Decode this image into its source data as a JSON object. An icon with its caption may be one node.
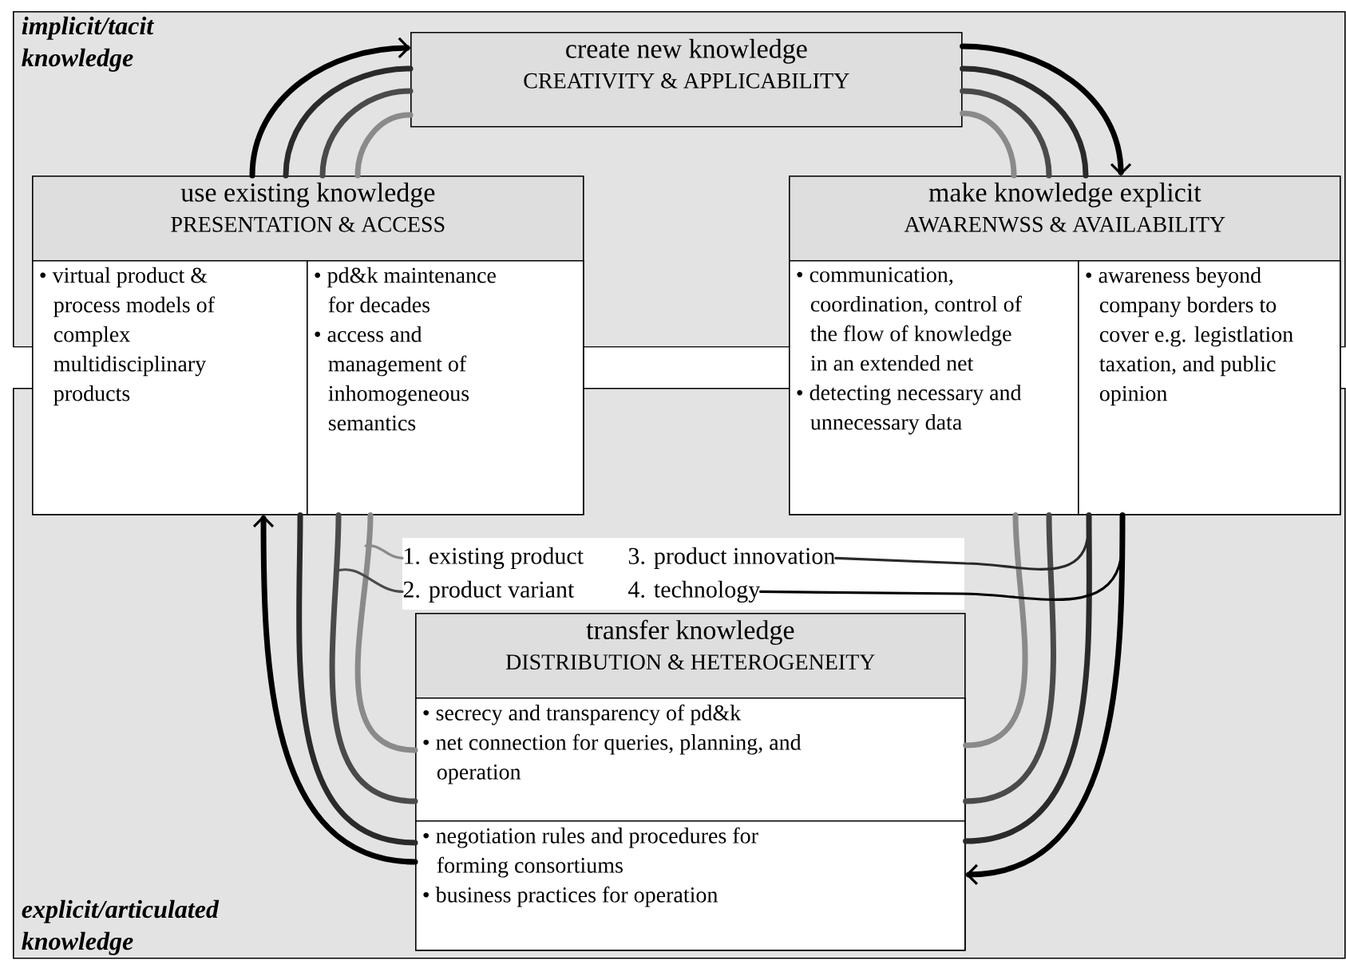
{
  "diagram": {
    "nodes": [
      {
        "text": [
          "implicit/tacit knowledge"
        ]
      },
      {
        "text": [
          "create new knowledge",
          "CREATIVITY & APPLICABILITY"
        ],
        "in": 0
      },
      {
        "text": [
          "use existing knowledge",
          "PRESENTATION & ACCESS"
        ]
      },
      {
        "text": [
          "• virtual product & process models of complex multidisciplinary products"
        ],
        "in": 2
      },
      {
        "text": [
          "• pd&k maintenance for decades",
          "• access and management of inhomogeneous semantics"
        ],
        "in": 2
      },
      {
        "text": [
          "make knowledge explicit",
          "AWARENWSS & AVAILABILITY"
        ]
      },
      {
        "text": [
          "• communication, coordination, control of the flow of knowledge in an extended net",
          "• detecting necessary and unnecessary data"
        ],
        "in": 5
      },
      {
        "text": [
          "• awareness beyond company borders to cover e.g. legistlation taxation, and public opinion"
        ],
        "in": 5
      },
      {
        "text": [
          "explicit/articulated knowledge"
        ]
      },
      {
        "text": [
          "1. existing product"
        ],
        "in": 8
      },
      {
        "text": [
          "2. product variant"
        ],
        "in": 8
      },
      {
        "text": [
          "3. product innovation"
        ],
        "in": 8
      },
      {
        "text": [
          "4. technology"
        ],
        "in": 8
      },
      {
        "text": [
          "transfer knowledge",
          "DISTRIBUTION & HETEROGENEITY"
        ],
        "in": 8
      },
      {
        "text": [
          "• secrecy and transparency of pd&k",
          "• net connection for queries, planning, and operation"
        ],
        "in": 13
      },
      {
        "text": [
          "• negotiation rules and procedures for forming consortiums",
          "• business practices for operation"
        ],
        "in": 13
      }
    ],
    "edges": [
      {
        "from": 2,
        "to": 1,
        "arrow": "none",
        "color": "#8a8a8a"
      },
      {
        "from": 2,
        "to": 1,
        "arrow": "none",
        "color": "#4a4a4a"
      },
      {
        "from": 2,
        "to": 1,
        "arrow": "none",
        "color": "#2a2a2a"
      },
      {
        "from": 2,
        "to": 1,
        "arrow": "to",
        "color": "#000000"
      },
      {
        "from": 1,
        "to": 5,
        "arrow": "none",
        "color": "#8a8a8a"
      },
      {
        "from": 1,
        "to": 5,
        "arrow": "none",
        "color": "#4a4a4a"
      },
      {
        "from": 1,
        "to": 5,
        "arrow": "none",
        "color": "#2a2a2a"
      },
      {
        "from": 1,
        "to": 5,
        "arrow": "to",
        "color": "#000000"
      },
      {
        "from": 5,
        "to": 13,
        "arrow": "none",
        "color": "#8a8a8a"
      },
      {
        "from": 5,
        "to": 13,
        "arrow": "none",
        "color": "#4a4a4a"
      },
      {
        "from": 5,
        "to": 13,
        "arrow": "none",
        "color": "#2a2a2a"
      },
      {
        "from": 5,
        "to": 13,
        "arrow": "to",
        "color": "#000000"
      },
      {
        "from": 13,
        "to": 2,
        "arrow": "none",
        "color": "#8a8a8a"
      },
      {
        "from": 13,
        "to": 2,
        "arrow": "none",
        "color": "#4a4a4a"
      },
      {
        "from": 13,
        "to": 2,
        "arrow": "none",
        "color": "#2a2a2a"
      },
      {
        "from": 13,
        "to": 2,
        "arrow": "to",
        "color": "#000000"
      },
      {
        "from": 9,
        "to": null,
        "arrow": "none",
        "color": "#8a8a8a"
      },
      {
        "from": 10,
        "to": null,
        "arrow": "none",
        "color": "#4a4a4a"
      },
      {
        "from": 11,
        "to": null,
        "arrow": "none",
        "color": "#2a2a2a"
      },
      {
        "from": 12,
        "to": null,
        "arrow": "none",
        "color": "#000000"
      }
    ]
  }
}
